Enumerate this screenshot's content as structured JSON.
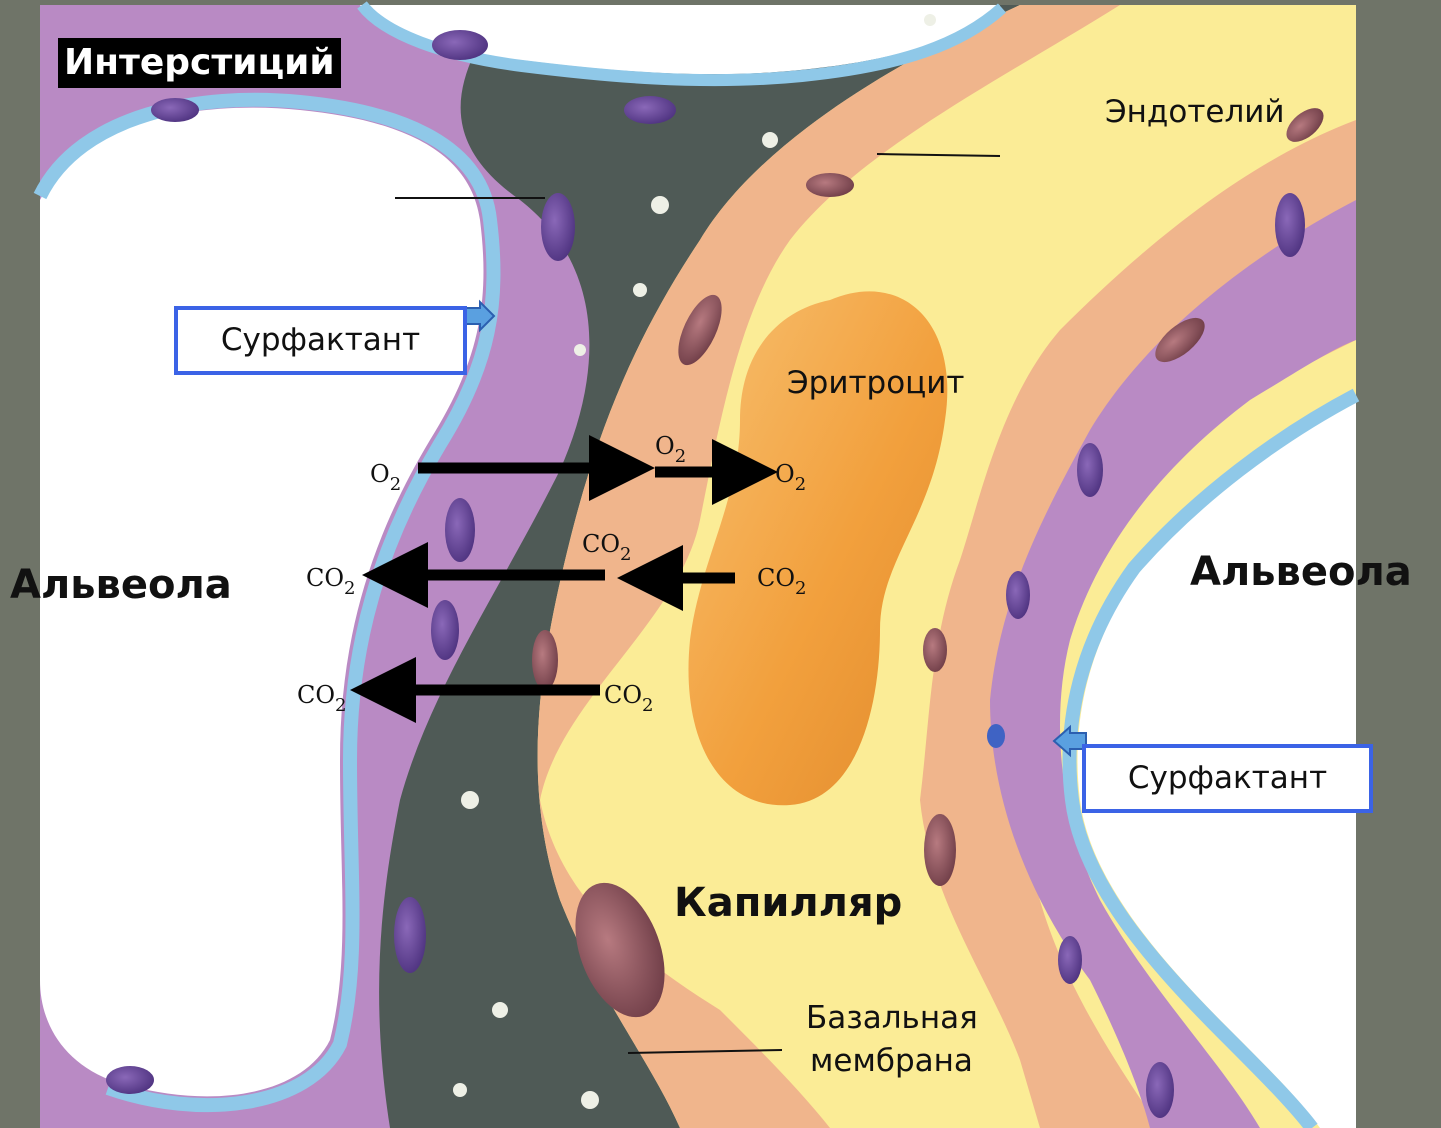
{
  "title": "Интерстиций",
  "labels": {
    "endothelium": "Эндотелий",
    "surfactant_left": "Сурфактант",
    "surfactant_right": "Сурфактант",
    "erythrocyte": "Эритроцит",
    "alveola_left": "Альвеола",
    "alveola_right": "Альвеола",
    "capillary": "Капилляр",
    "basal_membrane_line1": "Базальная",
    "basal_membrane_line2": "мембрана"
  },
  "gas_labels": {
    "o2_left": "O2",
    "o2_middle": "O2",
    "o2_right": "O2",
    "co2_upper_right": "CO2",
    "co2_upper_middle": "CO2",
    "co2_upper_left": "CO2",
    "co2_lower_right": "CO2",
    "co2_lower_left": "CO2"
  },
  "colors": {
    "alveolar_wall": "#b98ac4",
    "surfactant_layer": "#8fc8e8",
    "interstitium": "#4f5a56",
    "endothelium": "#f0b58c",
    "capillary_lumen": "#fbec96",
    "erythrocyte": "#f2a03d",
    "label_box_border": "#3b63e6"
  }
}
